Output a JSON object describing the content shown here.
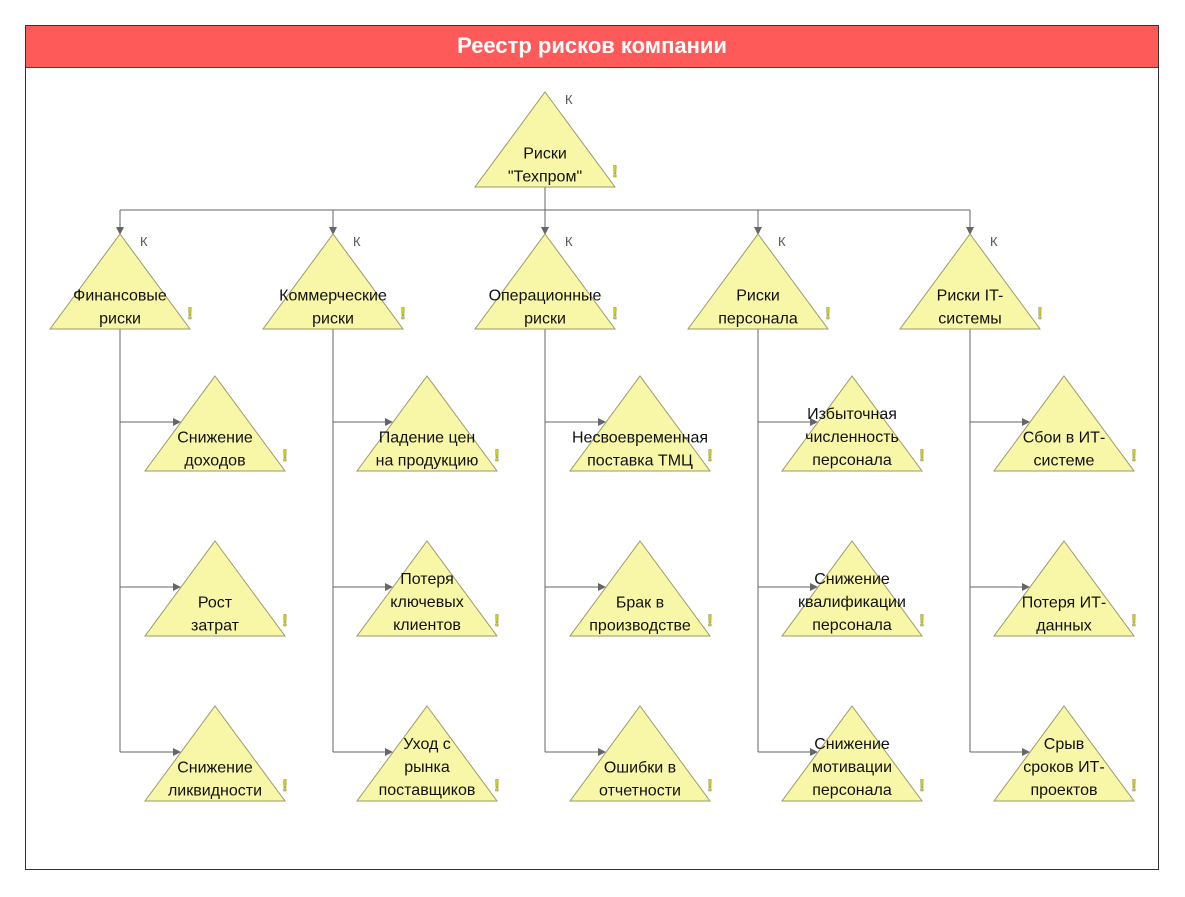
{
  "title": "Реестр рисков компании",
  "colors": {
    "title_bg": "#ff5a5a",
    "node_fill": "#f8f7a8",
    "node_stroke": "#9a9a6a",
    "line": "#666666"
  },
  "marks": {
    "k": "К",
    "warn": "!"
  },
  "root": {
    "lines": [
      "Риски",
      "\"Техпром\""
    ]
  },
  "branches": [
    {
      "lines": [
        "Финансовые",
        "риски"
      ],
      "children": [
        {
          "lines": [
            "Снижение",
            "доходов"
          ]
        },
        {
          "lines": [
            "Рост",
            "затрат"
          ]
        },
        {
          "lines": [
            "Снижение",
            "ликвидности"
          ]
        }
      ]
    },
    {
      "lines": [
        "Коммерческие",
        "риски"
      ],
      "children": [
        {
          "lines": [
            "Падение цен",
            "на продукцию"
          ]
        },
        {
          "lines": [
            "Потеря",
            "ключевых",
            "клиентов"
          ]
        },
        {
          "lines": [
            "Уход с",
            "рынка",
            "поставщиков"
          ]
        }
      ]
    },
    {
      "lines": [
        "Операционные",
        "риски"
      ],
      "children": [
        {
          "lines": [
            "Несвоевременная",
            "поставка ТМЦ"
          ]
        },
        {
          "lines": [
            "Брак в",
            "производстве"
          ]
        },
        {
          "lines": [
            "Ошибки в",
            "отчетности"
          ]
        }
      ]
    },
    {
      "lines": [
        "Риски",
        "персонала"
      ],
      "children": [
        {
          "lines": [
            "Избыточная",
            "численность",
            "персонала"
          ]
        },
        {
          "lines": [
            "Снижение",
            "квалификации",
            "персонала"
          ]
        },
        {
          "lines": [
            "Снижение",
            "мотивации",
            "персонала"
          ]
        }
      ]
    },
    {
      "lines": [
        "Риски IT-",
        "системы"
      ],
      "children": [
        {
          "lines": [
            "Сбои в ИТ-",
            "системе"
          ]
        },
        {
          "lines": [
            "Потеря ИТ-",
            "данных"
          ]
        },
        {
          "lines": [
            "Срыв",
            "сроков ИТ-",
            "проектов"
          ]
        }
      ]
    }
  ]
}
